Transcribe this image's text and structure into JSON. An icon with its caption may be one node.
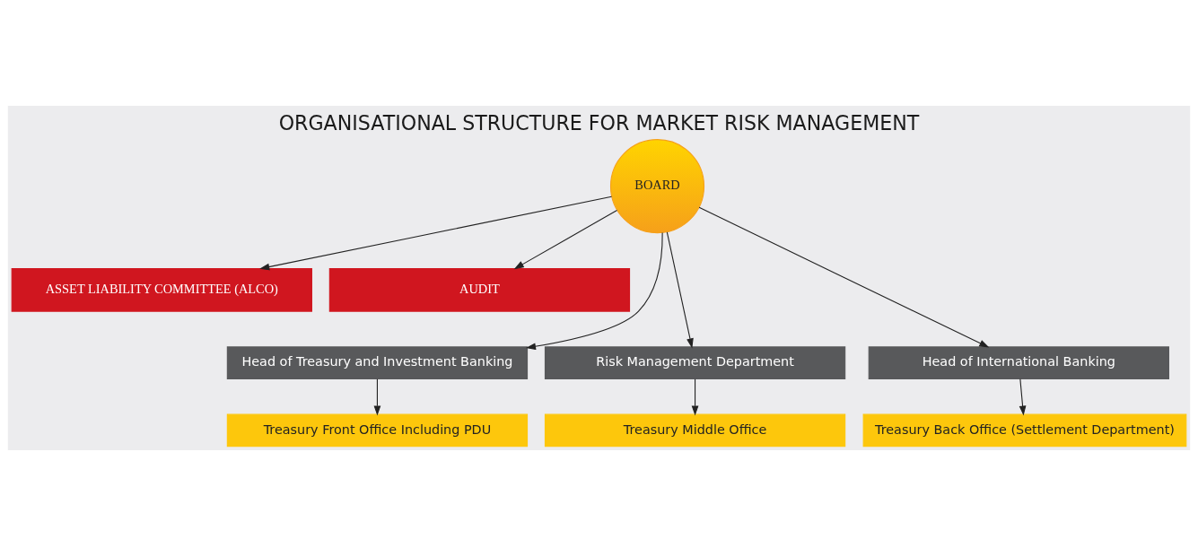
{
  "diagram": {
    "title": "ORGANISATIONAL STRUCTURE FOR MARKET RISK MANAGEMENT",
    "nodes": [
      {
        "text": [
          "BOARD"
        ]
      },
      {
        "text": [
          "ASSET LIABILITY COMMITTEE (ALCO)"
        ]
      },
      {
        "text": [
          "AUDIT"
        ]
      },
      {
        "text": [
          "Head of Treasury and Investment Banking"
        ]
      },
      {
        "text": [
          "Risk Management Department"
        ]
      },
      {
        "text": [
          "Head of International Banking"
        ]
      },
      {
        "text": [
          "Treasury Front Office Including PDU"
        ]
      },
      {
        "text": [
          "Treasury Middle Office"
        ]
      },
      {
        "text": [
          "Treasury Back Office (Settlement Department)"
        ]
      }
    ],
    "edges": [
      {
        "from": 0,
        "to": 1,
        "arrow": "to"
      },
      {
        "from": 0,
        "to": 2,
        "arrow": "to"
      },
      {
        "from": 0,
        "to": 3,
        "arrow": "to"
      },
      {
        "from": 0,
        "to": 4,
        "arrow": "to"
      },
      {
        "from": 0,
        "to": 5,
        "arrow": "to"
      },
      {
        "from": 3,
        "to": 6,
        "arrow": "to"
      },
      {
        "from": 4,
        "to": 7,
        "arrow": "to"
      },
      {
        "from": 5,
        "to": 8,
        "arrow": "to"
      }
    ]
  }
}
